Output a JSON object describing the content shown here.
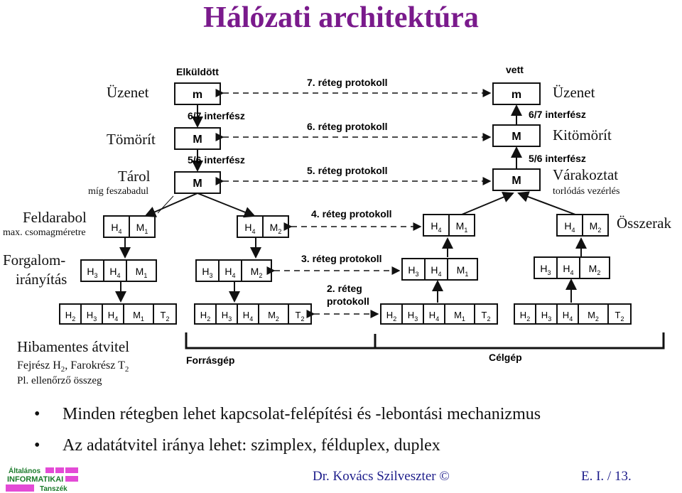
{
  "title": "Hálózati architektúra",
  "left_labels": {
    "uzenet": "Üzenet",
    "tomorit": "Tömörít",
    "tarol": "Tárol",
    "tarol_sub": "míg feszabadul",
    "feldarabol": "Feldarabol",
    "feldarabol_sub": "max. csomagméretre",
    "forgalom1": "Forgalom-",
    "forgalom2": "irányítás",
    "hibamentes": "Hibamentes átvitel",
    "fejresz": "Fejrész H",
    "fejresz_sub": "2",
    "farokresz": ", Farokrész T",
    "farokresz_sub": "2",
    "ellenorzo": "Pl. ellenőrző összeg"
  },
  "right_labels": {
    "uzenet": "Üzenet",
    "kitomorit": "Kitömörít",
    "varakoztat": "Várakoztat",
    "varakoztat_sub": "torlódás vezérlés",
    "osszerak": "Összerak"
  },
  "diagram": {
    "sender": "Elküldött",
    "receiver": "vett",
    "layer7": "7. réteg protokoll",
    "layer6": "6. réteg protokoll",
    "layer5": "5. réteg protokoll",
    "layer4": "4. réteg protokoll",
    "layer3": "3. réteg protokoll",
    "layer2a": "2. réteg",
    "layer2b": "protokoll",
    "if67_left": "6/7 interfész",
    "if56_left": "5/6 interfész",
    "if67_right": "6/7 interfész",
    "if56_right": "5/6 interfész",
    "source": "Forrásgép",
    "destination": "Célgép",
    "m": "m",
    "M": "M"
  },
  "bullets": [
    "Minden rétegben lehet kapcsolat-felépítési és -lebontási mechanizmus",
    "Az adatátvitel iránya lehet: szimplex, félduplex, duplex"
  ],
  "footer": {
    "author": "Dr. Kovács Szilveszter ©",
    "page": "E. I. / 13.",
    "logo1": "Általános",
    "logo2": "INFORMATIKAI",
    "logo3": "Tanszék"
  }
}
